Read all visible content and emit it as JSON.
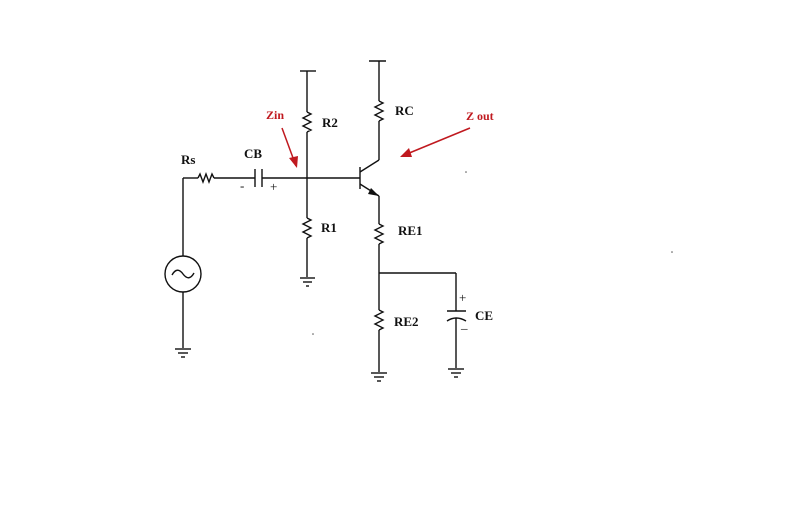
{
  "labels": {
    "rs": "Rs",
    "cb": "CB",
    "r2": "R2",
    "r1": "R1",
    "rc": "RC",
    "re1": "RE1",
    "re2": "RE2",
    "ce": "CE",
    "zin": "Zin",
    "zout": "Z out"
  },
  "polarity": {
    "cb_minus": "-",
    "cb_plus": "+",
    "ce_plus": "+",
    "ce_minus": "_"
  },
  "colors": {
    "annotation": "#c0191f",
    "wire": "#111111"
  }
}
